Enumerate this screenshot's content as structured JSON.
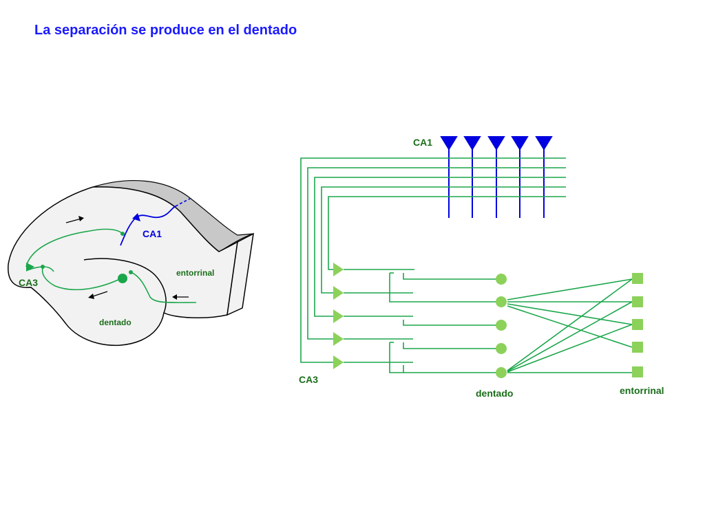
{
  "title": "La separación se produce en el dentado",
  "left_diagram": {
    "ca1": "CA1",
    "ca3": "CA3",
    "dentado": "dentado",
    "entorrinal": "entorrinal"
  },
  "right_diagram": {
    "ca1": "CA1",
    "ca3": "CA3",
    "dentado": "dentado",
    "entorrinal": "entorrinal"
  },
  "colors": {
    "title": "#1a1aff",
    "blue": "#0000e0",
    "green": "#1aa64a",
    "light_green": "#8cd15a",
    "label_green": "#1a6e1a",
    "brain_fill": "#f2f2f2",
    "brain_shadow": "#c8c8c8"
  }
}
